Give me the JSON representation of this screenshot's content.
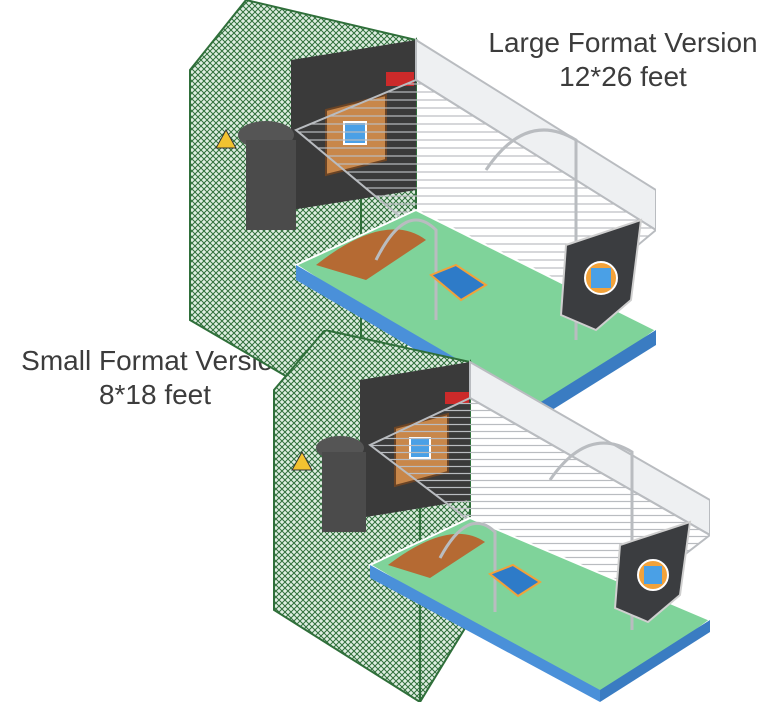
{
  "large": {
    "title": "Large Format Version",
    "size": "12*26 feet"
  },
  "small": {
    "title": "Small Format Version",
    "size": "8*18 feet"
  },
  "colors": {
    "net": "#2f6f3a",
    "court": "#7fd39a",
    "court_floor": "#4a90d9",
    "wood": "#c8874a",
    "machine_dark": "#3a3a3a",
    "scoreboard": "#cc2a2a",
    "cage": "#b9bcc0",
    "text": "#3c3c3c"
  }
}
